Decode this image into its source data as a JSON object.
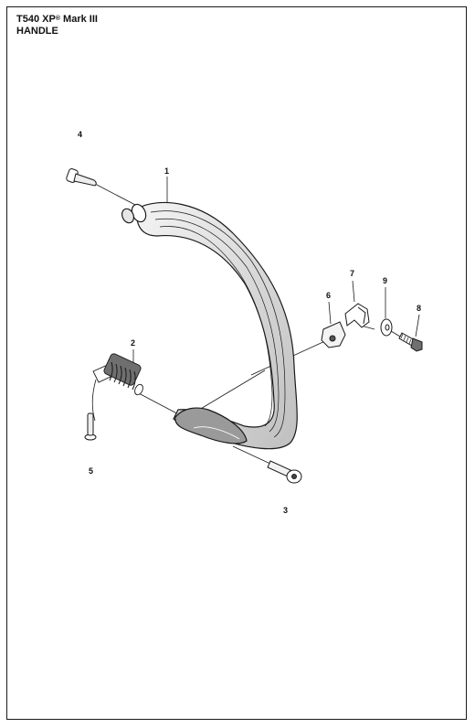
{
  "header": {
    "model_prefix": "T540 XP",
    "model_mark": "®",
    "model_suffix": " Mark III",
    "section": "HANDLE"
  },
  "callouts": [
    {
      "id": "1",
      "label": "1"
    },
    {
      "id": "2",
      "label": "2"
    },
    {
      "id": "3",
      "label": "3"
    },
    {
      "id": "4",
      "label": "4"
    },
    {
      "id": "5",
      "label": "5"
    },
    {
      "id": "6",
      "label": "6"
    },
    {
      "id": "7",
      "label": "7"
    },
    {
      "id": "8",
      "label": "8"
    },
    {
      "id": "9",
      "label": "9"
    }
  ],
  "colors": {
    "line": "#1a1a1a",
    "part_fill": "#ffffff",
    "shade": "#d9d9d9",
    "dark_shade": "#8c8c8c"
  }
}
